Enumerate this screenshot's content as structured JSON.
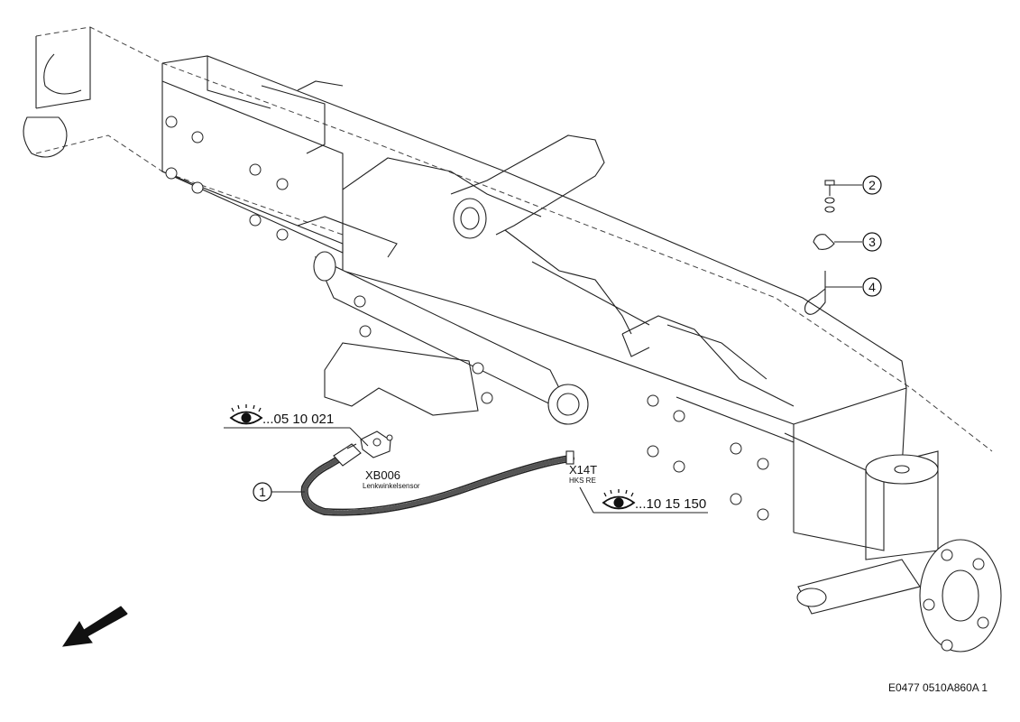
{
  "references": {
    "sensor_ref": "...05 10 021",
    "harness_ref": "...10 15 150"
  },
  "connectors": {
    "sensor": {
      "code": "XB006",
      "description": "Lenkwinkelsensor"
    },
    "harness": {
      "code": "X14T",
      "description": "HKS RE"
    }
  },
  "callouts": [
    "1",
    "2",
    "3",
    "4"
  ],
  "drawing_number": "E0477 0510A860A 1",
  "icons": {
    "view_reference": "eye-icon",
    "direction": "direction-arrow-icon"
  }
}
